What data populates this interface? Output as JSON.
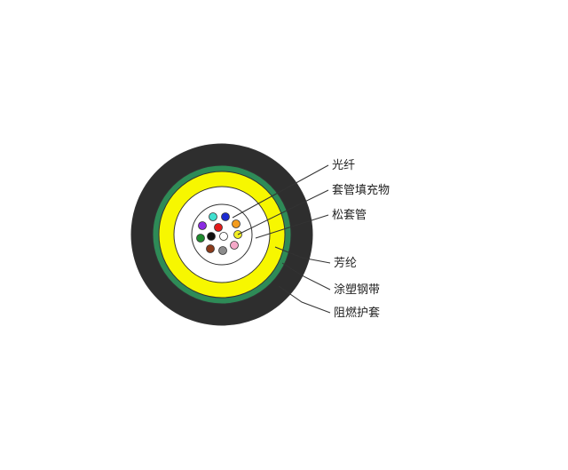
{
  "labels": {
    "fiber": "光纤",
    "tube_filler": "套管填充物",
    "loose_tube": "松套管",
    "aramid": "芳纶",
    "coated_steel_tape": "涂塑钢带",
    "flame_retardant_sheath": "阻燃护套"
  },
  "colors": {
    "sheath": "#2e2e2e",
    "steel_tape": "#2e8b57",
    "aramid": "#f7f700",
    "loose_tube": "#ffffff",
    "filler": "#ffffff"
  },
  "fibers": [
    {
      "name": "fiber-cyan-icon",
      "color": "#40e0d0"
    },
    {
      "name": "fiber-blue-icon",
      "color": "#1c2bd1"
    },
    {
      "name": "fiber-purple-icon",
      "color": "#8a2be2"
    },
    {
      "name": "fiber-red-icon",
      "color": "#e31b1b"
    },
    {
      "name": "fiber-orange-icon",
      "color": "#f39c1f"
    },
    {
      "name": "fiber-green-icon",
      "color": "#1e8b2e"
    },
    {
      "name": "fiber-black-icon",
      "color": "#111111"
    },
    {
      "name": "fiber-white-icon",
      "color": "#ffffff"
    },
    {
      "name": "fiber-yellow-icon",
      "color": "#f2ee22"
    },
    {
      "name": "fiber-brown-icon",
      "color": "#8b3a1a"
    },
    {
      "name": "fiber-gray-icon",
      "color": "#8c8c8c"
    },
    {
      "name": "fiber-pink-icon",
      "color": "#f4a8c8"
    }
  ]
}
